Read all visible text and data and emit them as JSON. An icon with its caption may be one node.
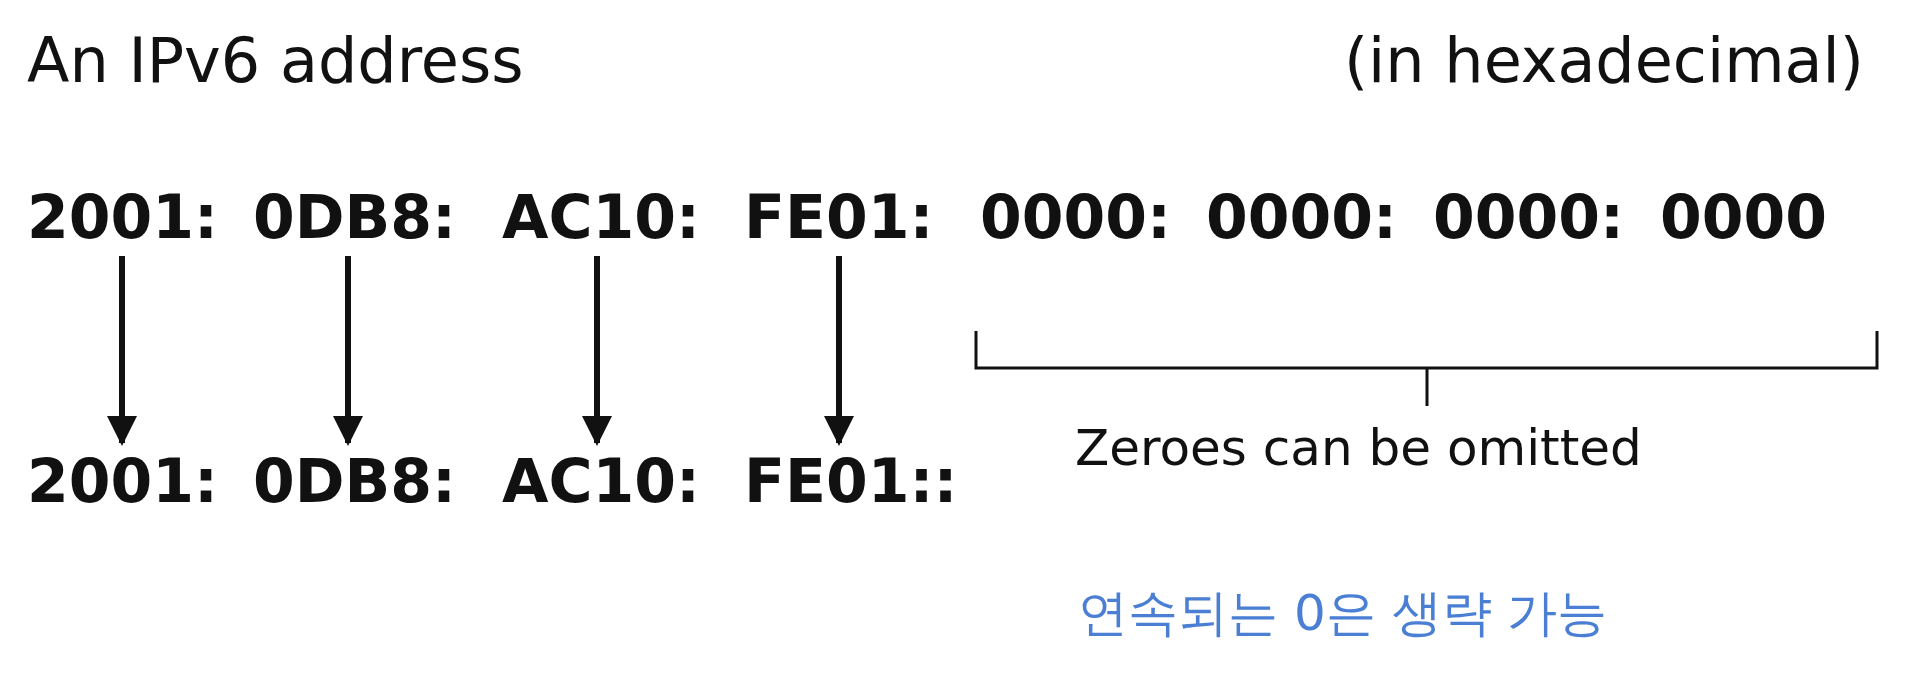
{
  "diagram": {
    "title": "An IPv6 address",
    "nodes": [
      {
        "text": [
          "2001:"
        ]
      },
      {
        "text": [
          "0DB8:"
        ]
      },
      {
        "text": [
          "AC10:"
        ]
      },
      {
        "text": [
          "FE01:"
        ]
      },
      {
        "text": [
          "0000:"
        ]
      },
      {
        "text": [
          "0000:"
        ]
      },
      {
        "text": [
          "0000:"
        ]
      },
      {
        "text": [
          "0000"
        ]
      },
      {
        "text": [
          "2001:"
        ]
      },
      {
        "text": [
          "0DB8:"
        ]
      },
      {
        "text": [
          "AC10:"
        ]
      },
      {
        "text": [
          "FE01::"
        ]
      }
    ],
    "edges": [
      {
        "from": 0,
        "to": 8,
        "arrow": "to"
      },
      {
        "from": 1,
        "to": 9,
        "arrow": "to"
      },
      {
        "from": 2,
        "to": 10,
        "arrow": "to"
      },
      {
        "from": 3,
        "to": 11,
        "arrow": "to"
      }
    ],
    "labels": [
      "(in hexadecimal)",
      "Zeroes can be omitted",
      "연속되는 0은 생략 가능"
    ]
  }
}
